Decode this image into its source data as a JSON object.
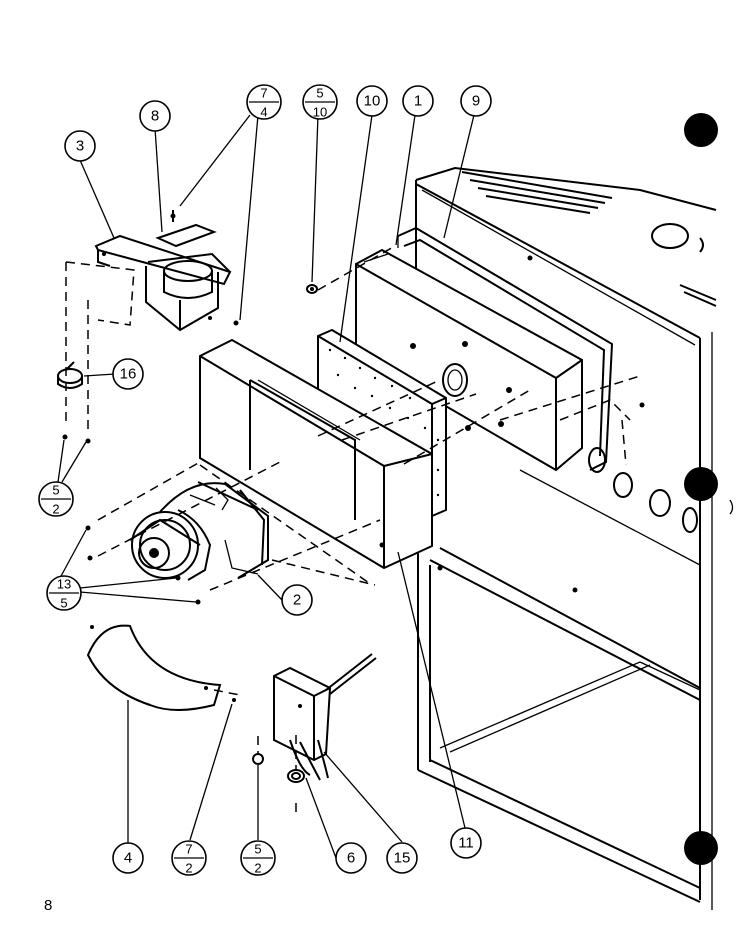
{
  "page_number": "8",
  "callouts": {
    "c1": "1",
    "c2": "2",
    "c3": "3",
    "c4": "4",
    "c6": "6",
    "c8": "8",
    "c9": "9",
    "c10": "10",
    "c11": "11",
    "c15": "15",
    "c16": "16",
    "f7_4": {
      "top": "7",
      "bottom": "4"
    },
    "f5_10": {
      "top": "5",
      "bottom": "10"
    },
    "f5_2_left": {
      "top": "5",
      "bottom": "2"
    },
    "f13_5": {
      "top": "13",
      "bottom": "5"
    },
    "f7_2": {
      "top": "7",
      "bottom": "2"
    },
    "f5_2_bottom": {
      "top": "5",
      "bottom": "2"
    }
  }
}
